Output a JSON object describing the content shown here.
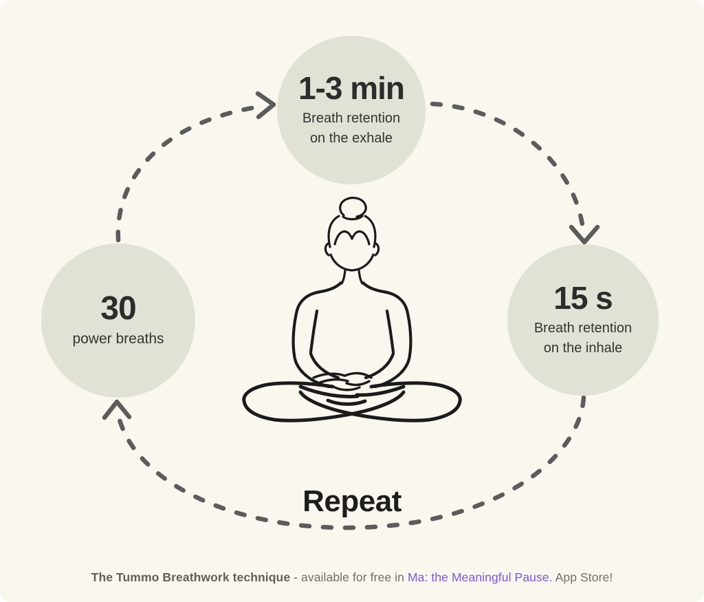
{
  "page": {
    "background_color": "#FAF7EF",
    "outer_corner_color": "#FFFFFF"
  },
  "diagram": {
    "title_implicit": "Tummo breathwork cycle",
    "circle_color": "#E0E2D6",
    "arrow_color": "#5C5C5C",
    "illustration": "meditating-person-line-art",
    "steps": [
      {
        "id": "top",
        "value": "1-3 min",
        "label": "Breath retention\non the exhale"
      },
      {
        "id": "right",
        "value": "15 s",
        "label": "Breath retention\non the inhale"
      },
      {
        "id": "left",
        "value": "30",
        "label": "power breaths"
      }
    ],
    "repeat_label": "Repeat"
  },
  "footer": {
    "bold_text": "The Tummo Breathwork technique",
    "regular_text": " - available for free in ",
    "app_name": "Ma: the Meaningful Pause.",
    "suffix": " App Store!",
    "accent_color": "#7A55E3"
  }
}
